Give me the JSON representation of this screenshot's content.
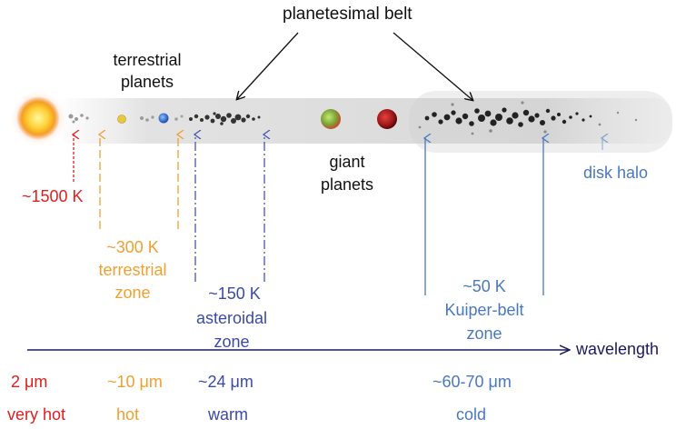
{
  "labels": {
    "planetesimal_belt": "planetesimal belt",
    "terrestrial_planets_1": "terrestrial",
    "terrestrial_planets_2": "planets",
    "giant_planets_1": "giant",
    "giant_planets_2": "planets",
    "disk_halo": "disk halo",
    "wavelength": "wavelength"
  },
  "temperature_zones": [
    {
      "temp": "~1500 K",
      "zone_1": "",
      "zone_2": "",
      "color": "#e02020"
    },
    {
      "temp": "~300 K",
      "zone_1": "terrestrial",
      "zone_2": "zone",
      "color": "#f0a030"
    },
    {
      "temp": "~150 K",
      "zone_1": "asteroidal",
      "zone_2": "zone",
      "color": "#4a55b0"
    },
    {
      "temp": "~50 K",
      "zone_1": "Kuiper-belt",
      "zone_2": "zone",
      "color": "#4a78c0"
    }
  ],
  "wavelength_scale": [
    {
      "wavelength": "2 μm",
      "regime": "very hot",
      "color": "#e02020"
    },
    {
      "wavelength": "~10 μm",
      "regime": "hot",
      "color": "#f0a030"
    },
    {
      "wavelength": "~24 μm",
      "regime": "warm",
      "color": "#3a4aa8"
    },
    {
      "wavelength": "~60-70 μm",
      "regime": "cold",
      "color": "#4a78c0"
    }
  ],
  "colors": {
    "text_dark": "#111111",
    "axis": "#1a1a60",
    "hot_red": "#e02020",
    "orange": "#f0a030",
    "warm_blue": "#4a55b0",
    "cold_blue": "#4a78c0"
  }
}
